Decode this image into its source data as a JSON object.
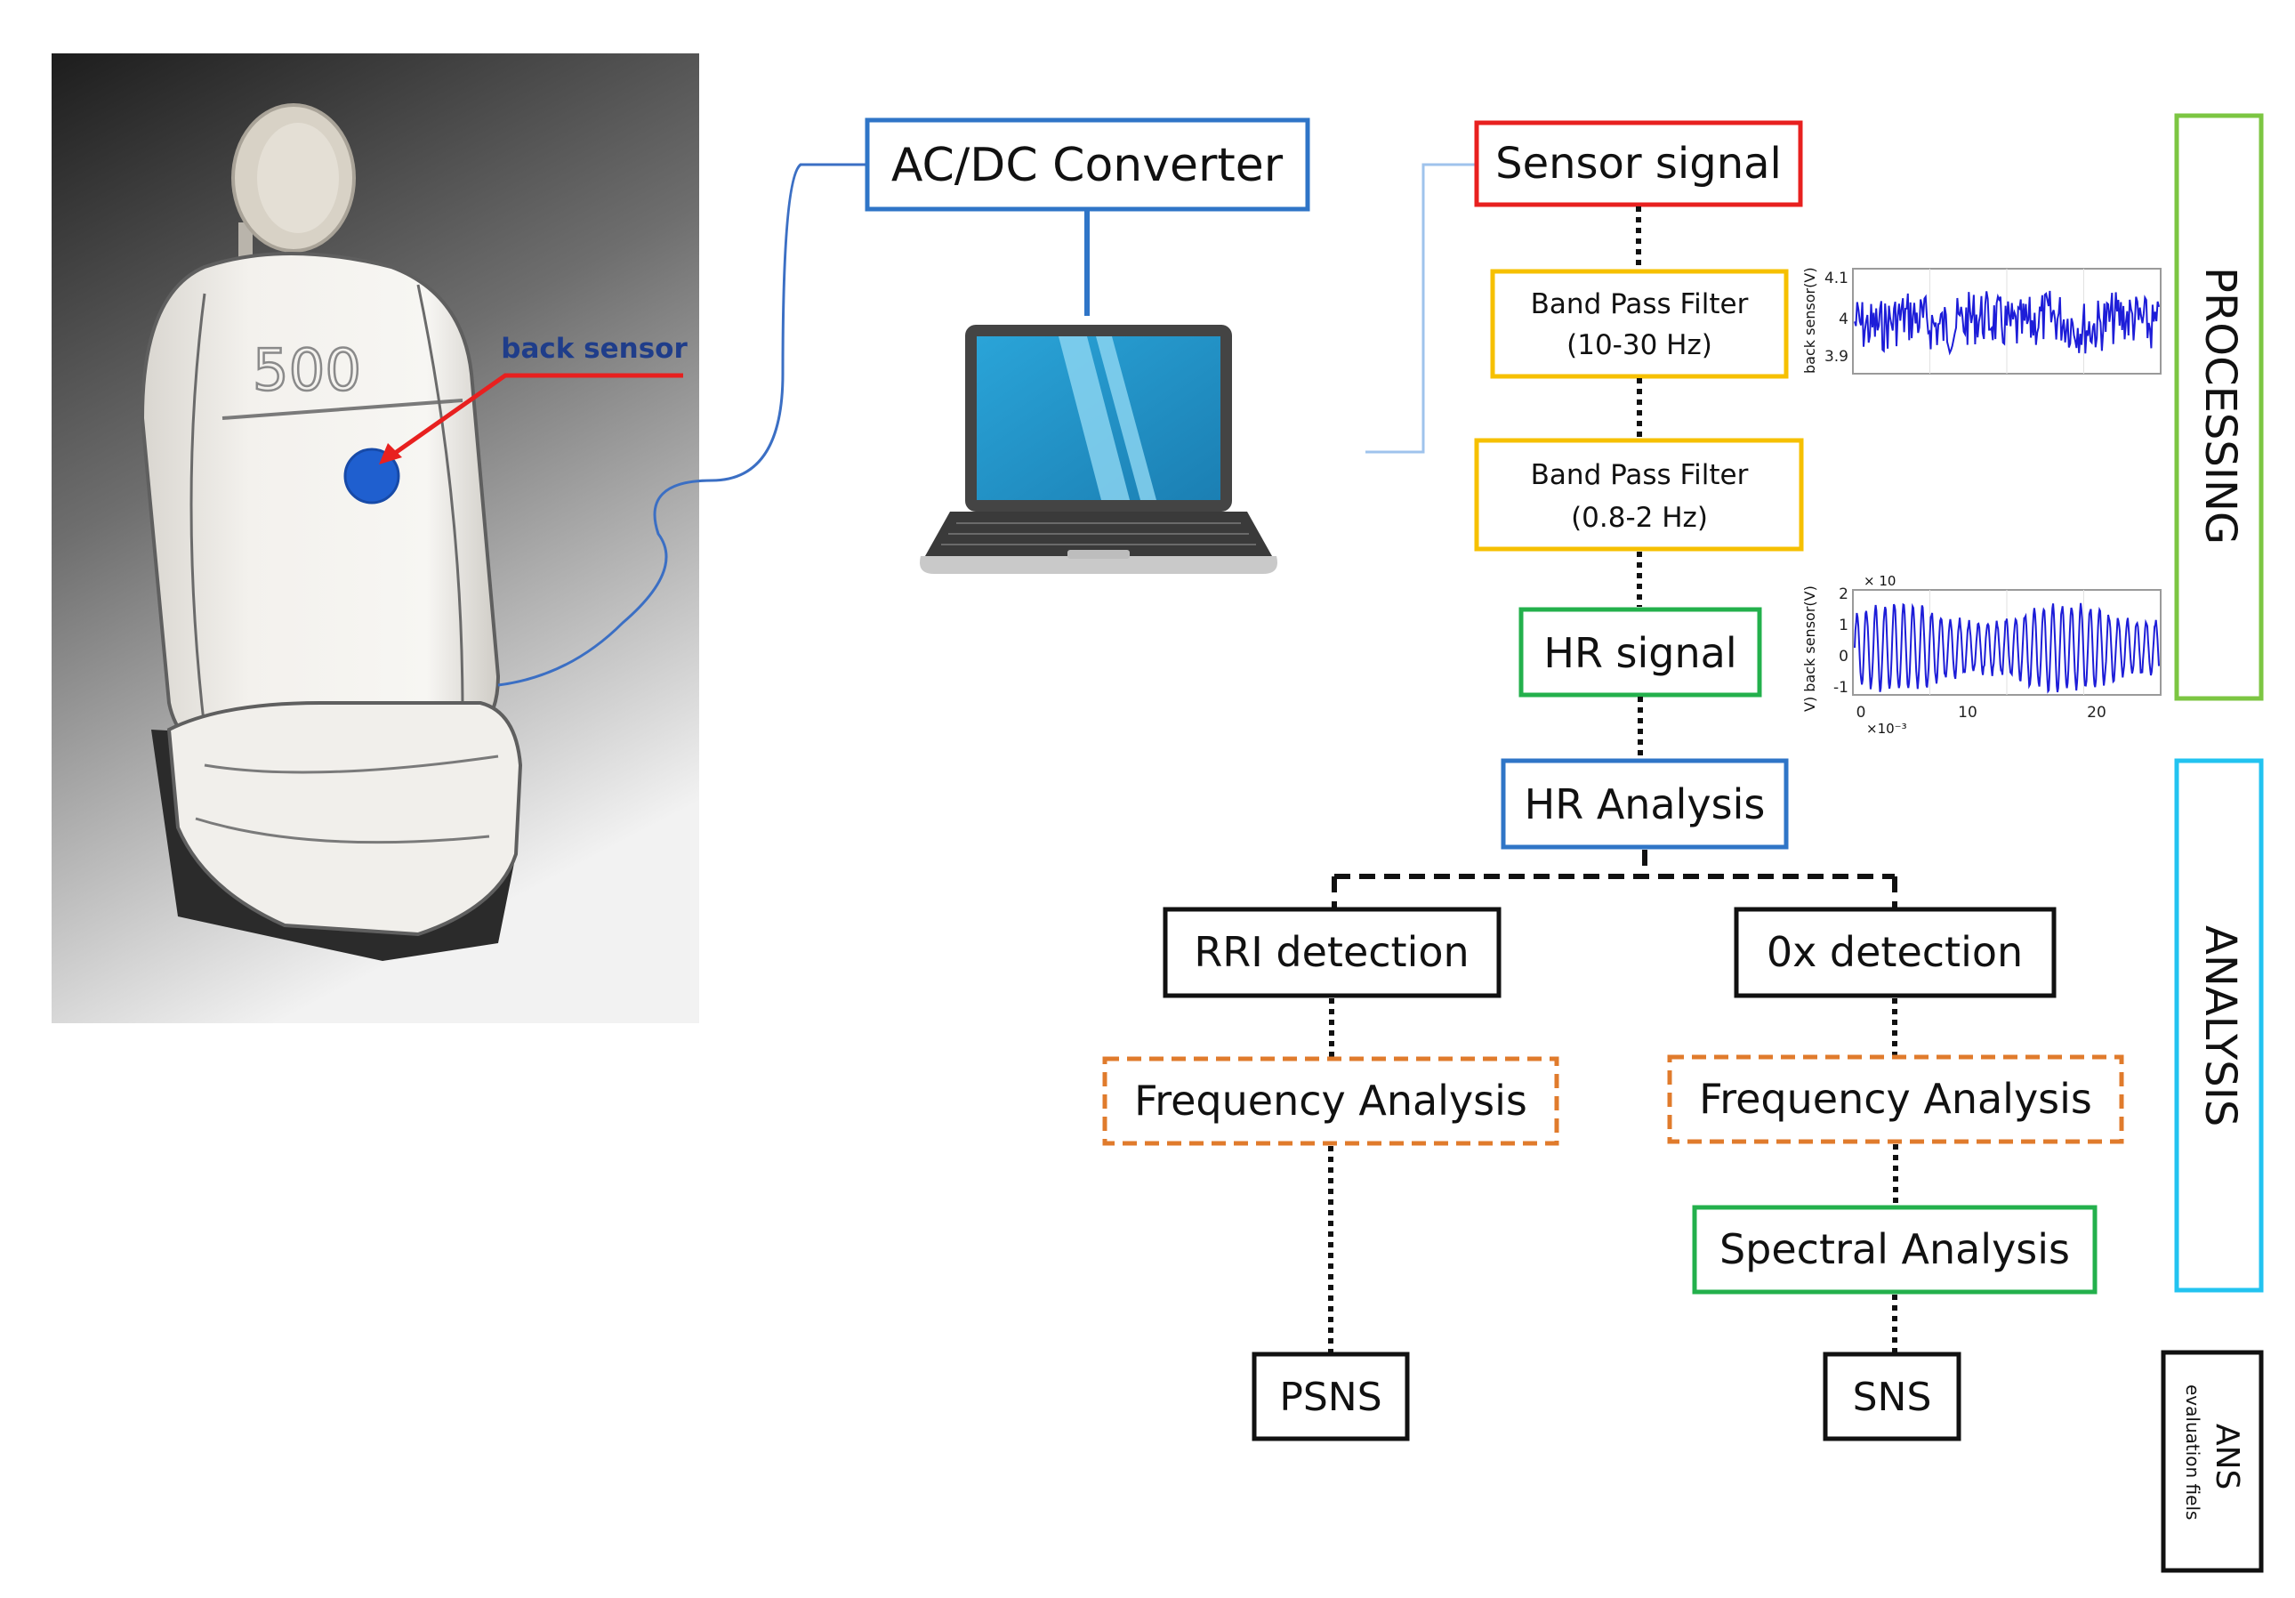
{
  "seat": {
    "sensor_label": "back sensor",
    "logo_text": "500"
  },
  "hardware": {
    "converter": "AC/DC Converter"
  },
  "processing": {
    "sensor_signal": "Sensor signal",
    "filter1_line1": "Band Pass Filter",
    "filter1_line2": "(10-30 Hz)",
    "filter2_line1": "Band Pass Filter",
    "filter2_line2": "(0.8-2 Hz)",
    "hr_signal": "HR signal",
    "side_label": "PROCESSING"
  },
  "analysis": {
    "hr_analysis": "HR Analysis",
    "rri_detection": "RRI detection",
    "ox_detection": "0x detection",
    "freq_left": "Frequency Analysis",
    "freq_right": "Frequency Analysis",
    "spectral": "Spectral Analysis",
    "side_label": "ANALYSIS"
  },
  "outputs": {
    "psns": "PSNS",
    "sns": "SNS",
    "ans_line1": "ANS",
    "ans_line2": "evaluation fiels"
  },
  "plot1": {
    "ylabel": "back sensor(V)",
    "yticks": [
      "4.1",
      "4",
      "3.9"
    ]
  },
  "plot2": {
    "ylabel": "V) back sensor(V)",
    "exponent": "× 10",
    "yticks": [
      "2",
      "1",
      "0",
      "-1"
    ],
    "xticks": [
      "0",
      "10",
      "20"
    ],
    "x_exponent": "×10⁻³"
  },
  "colors": {
    "red": "#e8201f",
    "blue": "#2f75c7",
    "yellow": "#f6c000",
    "green": "#23b04c",
    "lime": "#7cc642",
    "cyan": "#22c3f0",
    "orange": "#e07b2c",
    "black": "#111111",
    "signal": "#1d1dd8"
  }
}
